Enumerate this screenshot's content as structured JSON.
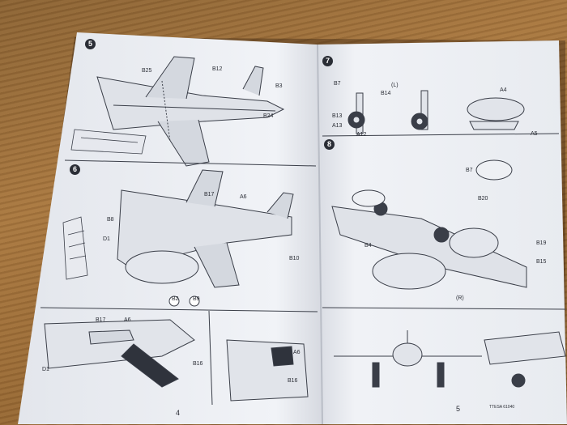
{
  "left_page": {
    "page_number": "4",
    "steps": [
      {
        "number": "5"
      },
      {
        "number": "6"
      }
    ],
    "part_labels": [
      "B25",
      "B12",
      "B3",
      "B24",
      "B17",
      "A6",
      "B8",
      "D1",
      "B2",
      "B9",
      "B10",
      "B16"
    ],
    "inset_labels": [
      "B17",
      "A6",
      "D1",
      "B16",
      "A6"
    ]
  },
  "right_page": {
    "page_number": "5",
    "steps": [
      {
        "number": "7"
      },
      {
        "number": "8"
      }
    ],
    "part_labels": [
      "B7",
      "B14",
      "B13",
      "A13",
      "A12",
      "A5",
      "A4",
      "B7",
      "B20",
      "B19",
      "B4",
      "B15"
    ],
    "inset_labels": [
      "(L)",
      "(R)"
    ],
    "footer_code": "TTESA 61040"
  },
  "colors": {
    "table": "#a8773f",
    "paper": "#eef0f4",
    "ink": "#2a2d35"
  }
}
